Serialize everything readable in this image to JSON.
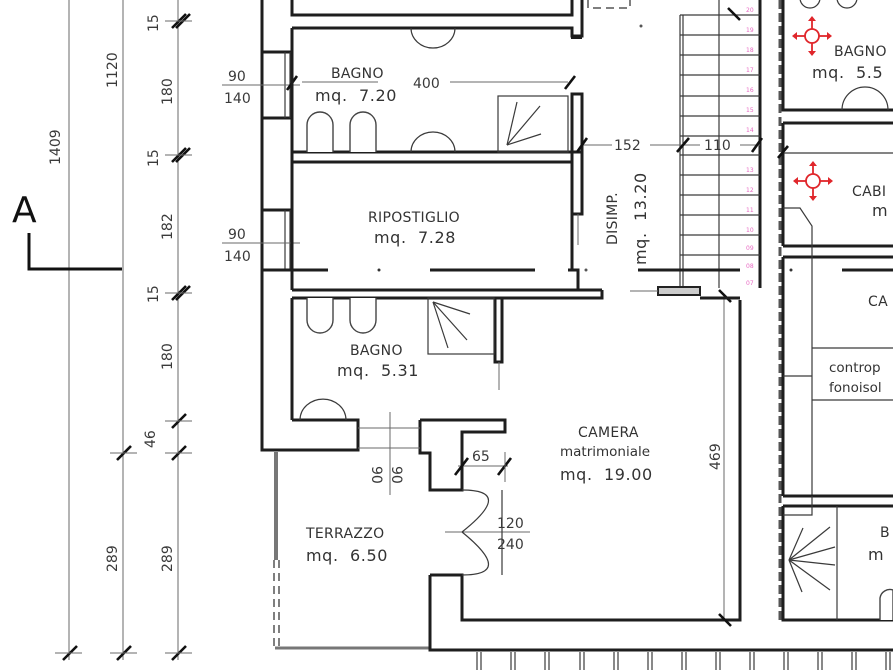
{
  "section_marker": {
    "label": "A"
  },
  "rooms": {
    "bagno_top": {
      "name": "BAGNO",
      "area": "mq.  7.20"
    },
    "ripostiglio": {
      "name": "RIPOSTIGLIO",
      "area": "mq.  7.28"
    },
    "bagno_mid": {
      "name": "BAGNO",
      "area": "mq.  5.31"
    },
    "disimpegno": {
      "name": "DISIMP.",
      "area": "mq.  13.20"
    },
    "camera": {
      "name": "CAMERA",
      "subtitle": "matrimoniale",
      "area": "mq.  19.00"
    },
    "terrazzo": {
      "name": "TERRAZZO",
      "area": "mq.  6.50"
    },
    "bagno_right": {
      "name": "BAGNO",
      "area": "mq.  5.5"
    },
    "cabina": {
      "name": "CABI",
      "area": "m"
    },
    "camera_right": {
      "name": "CA"
    },
    "bagno_right_low": {
      "name": "B",
      "area": "m"
    },
    "controparete": {
      "line1": "controp",
      "line2": "fonoisol"
    }
  },
  "dimensions": {
    "outer_total": "1409",
    "outer_partial": "1120",
    "outer_lower": "289",
    "mid_46": "46",
    "chain": [
      "15",
      "180",
      "15",
      "182",
      "15",
      "180"
    ],
    "chain_lower": "289",
    "window_top": {
      "w": "90",
      "h": "140"
    },
    "window_mid": {
      "w": "90",
      "h": "140"
    },
    "bagno_width": "400",
    "disimp_width": "152",
    "stair_width": "110",
    "camera_height": "469",
    "door_65": "65",
    "french_door": {
      "w": "120",
      "h": "240"
    },
    "terrace_door": {
      "w1": "90",
      "w2": "90"
    }
  },
  "stairs": {
    "step_labels": [
      "20",
      "19",
      "18",
      "17",
      "16",
      "15",
      "14",
      "13",
      "12",
      "11",
      "10",
      "09",
      "08",
      "07"
    ],
    "step_color": "#e86ac4"
  },
  "colors": {
    "wall": "#1e1e1e",
    "text": "#333333",
    "symbol_red": "#e0262b"
  }
}
